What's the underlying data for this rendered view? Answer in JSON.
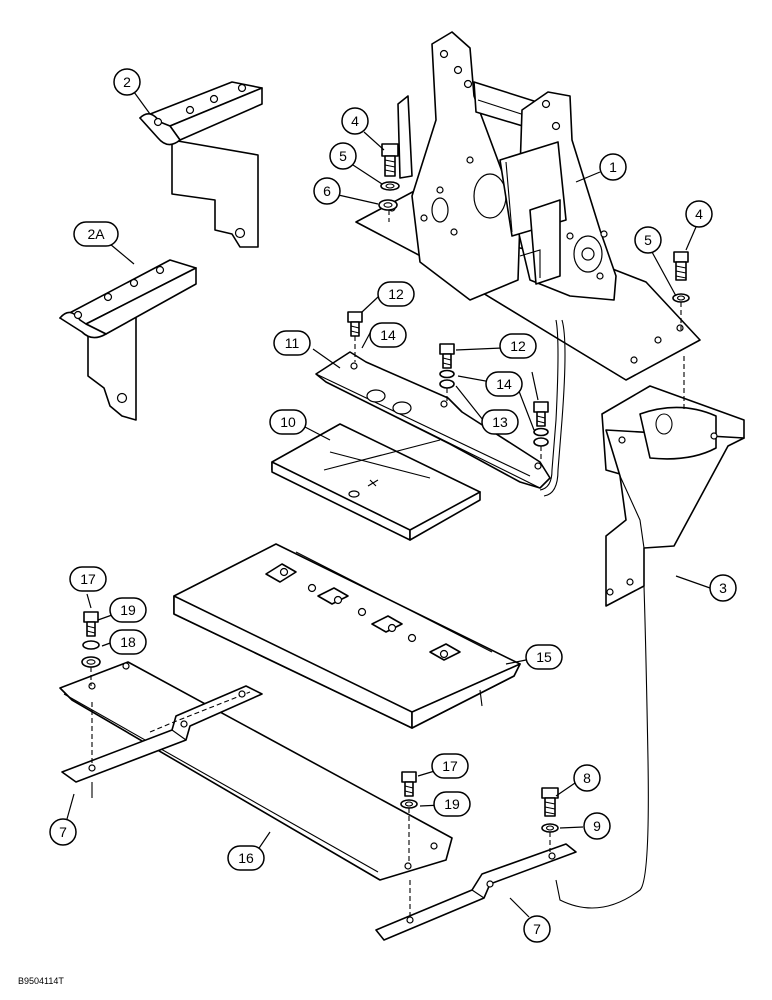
{
  "figure_id": "B9504114T",
  "callouts": [
    {
      "id": "c1",
      "label": "1"
    },
    {
      "id": "c2",
      "label": "2"
    },
    {
      "id": "c2a",
      "label": "2A"
    },
    {
      "id": "c3",
      "label": "3"
    },
    {
      "id": "c4a",
      "label": "4"
    },
    {
      "id": "c4b",
      "label": "4"
    },
    {
      "id": "c5a",
      "label": "5"
    },
    {
      "id": "c5b",
      "label": "5"
    },
    {
      "id": "c6",
      "label": "6"
    },
    {
      "id": "c7a",
      "label": "7"
    },
    {
      "id": "c7b",
      "label": "7"
    },
    {
      "id": "c8",
      "label": "8"
    },
    {
      "id": "c9",
      "label": "9"
    },
    {
      "id": "c10",
      "label": "10"
    },
    {
      "id": "c11",
      "label": "11"
    },
    {
      "id": "c12a",
      "label": "12"
    },
    {
      "id": "c12b",
      "label": "12"
    },
    {
      "id": "c13",
      "label": "13"
    },
    {
      "id": "c14a",
      "label": "14"
    },
    {
      "id": "c14b",
      "label": "14"
    },
    {
      "id": "c15",
      "label": "15"
    },
    {
      "id": "c16",
      "label": "16"
    },
    {
      "id": "c17a",
      "label": "17"
    },
    {
      "id": "c17b",
      "label": "17"
    },
    {
      "id": "c18",
      "label": "18"
    },
    {
      "id": "c19a",
      "label": "19"
    },
    {
      "id": "c19b",
      "label": "19"
    }
  ]
}
